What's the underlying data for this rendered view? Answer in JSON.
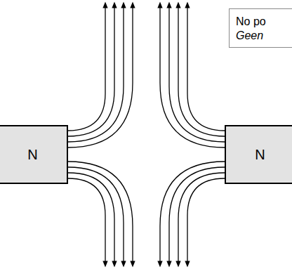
{
  "diagram": {
    "nodes": [
      {
        "text": [
          "No po",
          "Geen"
        ]
      },
      {
        "text": [
          "N"
        ]
      },
      {
        "text": [
          "N"
        ]
      }
    ]
  }
}
